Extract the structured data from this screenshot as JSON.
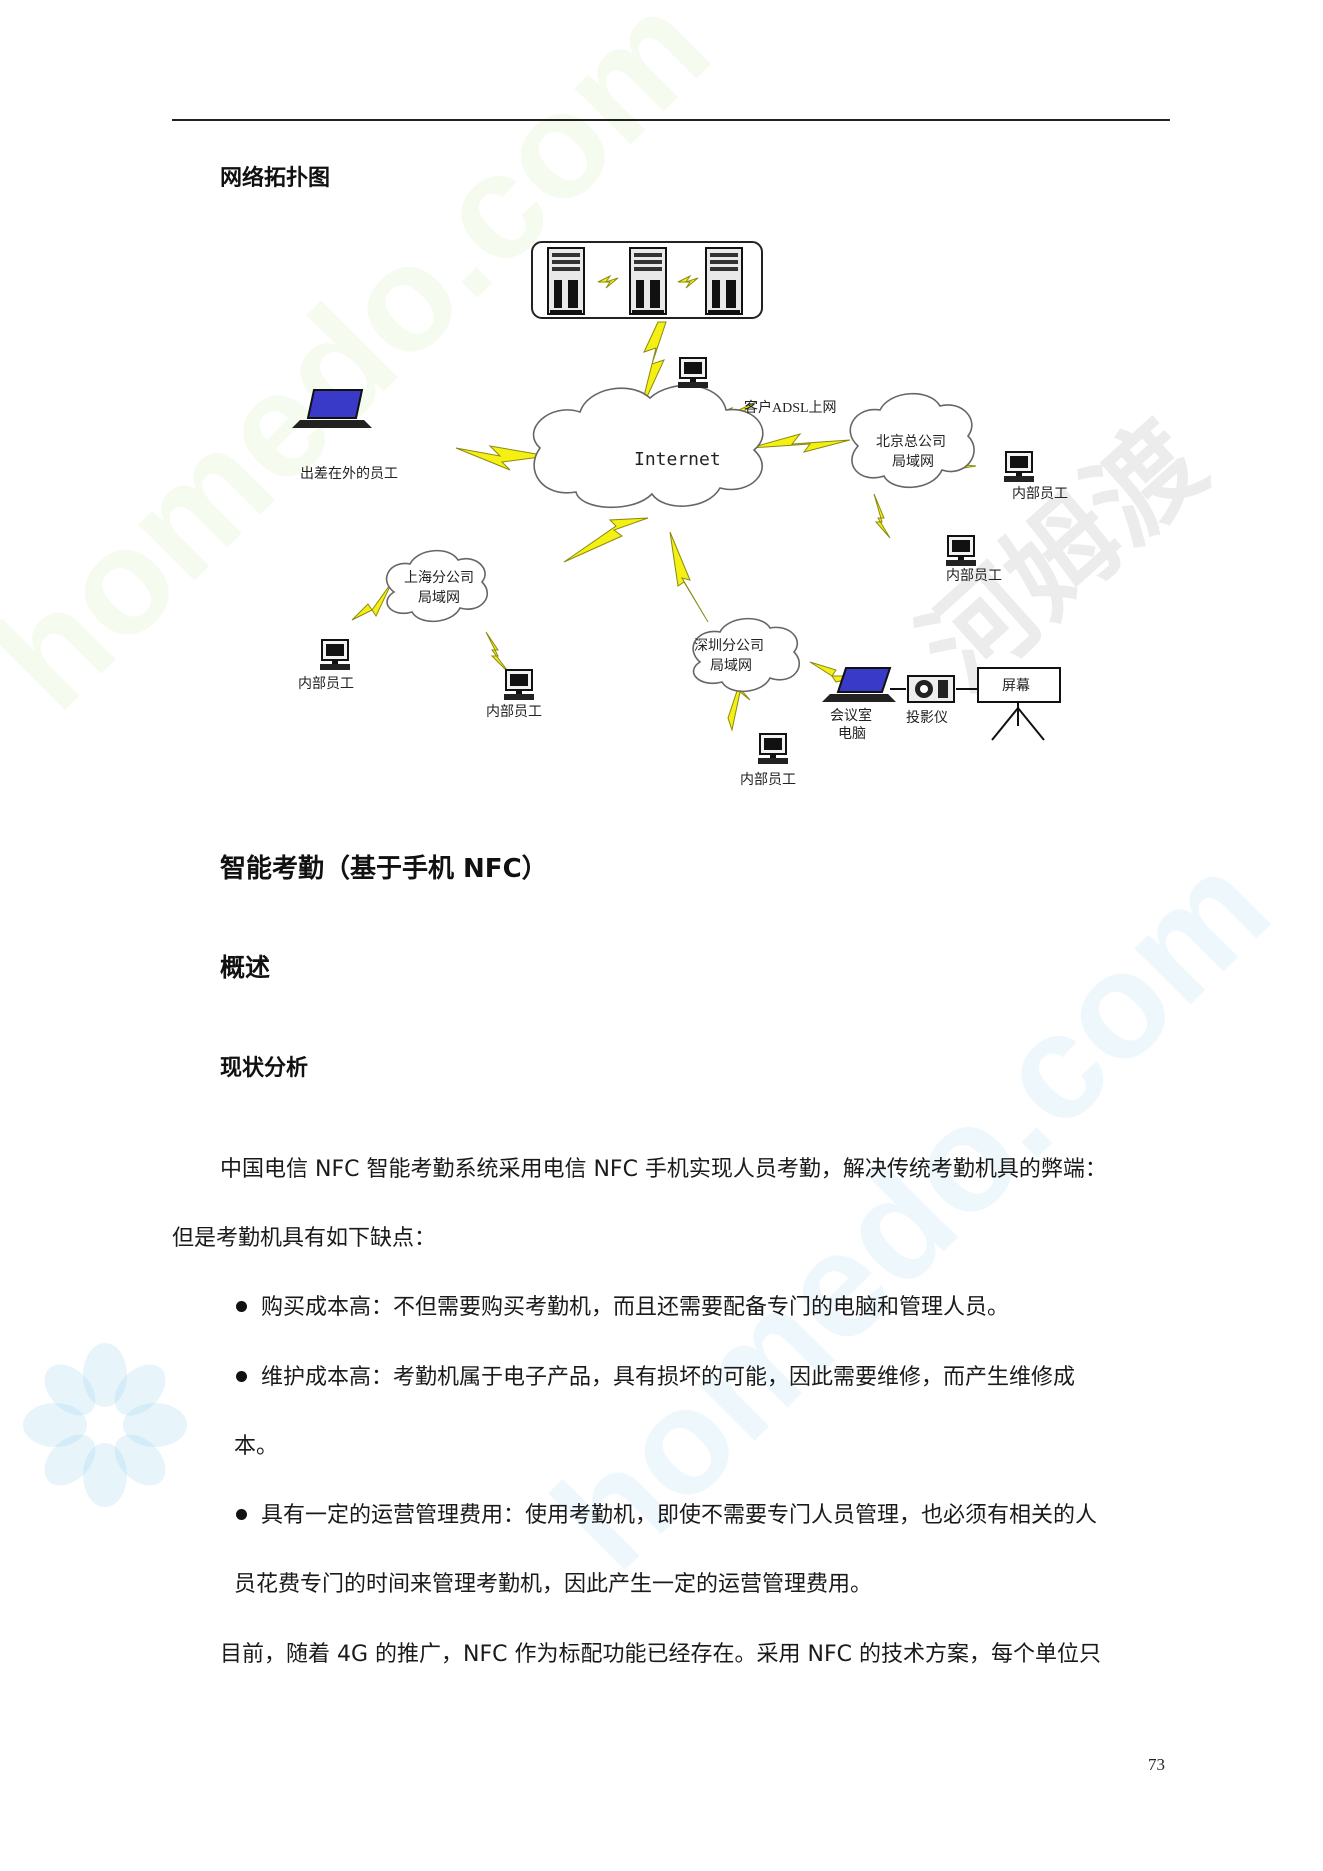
{
  "header_rule": true,
  "headings": {
    "topology": "网络拓扑图",
    "nfc": "智能考勤（基于手机 NFC）",
    "overview": "概述",
    "status": "现状分析"
  },
  "diagram": {
    "internet": "Internet",
    "adsl_client": "客户ADSL上网",
    "travel_staff": "出差在外的员工",
    "beijing_lan_line1": "北京总公司",
    "beijing_lan_line2": "局域网",
    "shanghai_lan_line1": "上海分公司",
    "shanghai_lan_line2": "局域网",
    "shenzhen_lan_line1": "深圳分公司",
    "shenzhen_lan_line2": "局域网",
    "internal_staff": "内部员工",
    "meeting_pc_line1": "会议室",
    "meeting_pc_line2": "电脑",
    "projector": "投影仪",
    "screen": "屏幕"
  },
  "paragraphs": {
    "intro_line1": "中国电信 NFC 智能考勤系统采用电信 NFC 手机实现人员考勤，解决传统考勤机具的弊端：",
    "intro_line2": "但是考勤机具有如下缺点：",
    "bullet1": "购买成本高：不但需要购买考勤机，而且还需要配备专门的电脑和管理人员。",
    "bullet2_line1": "维护成本高：考勤机属于电子产品，具有损坏的可能，因此需要维修，而产生维修成",
    "bullet2_line2": "本。",
    "bullet3_line1": "具有一定的运营管理费用：使用考勤机，即使不需要专门人员管理，也必须有相关的人",
    "bullet3_line2": "员花费专门的时间来管理考勤机，因此产生一定的运营管理费用。",
    "closing": "目前，随着 4G 的推广，NFC 作为标配功能已经存在。采用 NFC 的技术方案，每个单位只"
  },
  "page_number": "73",
  "watermarks": {
    "left": "homedo.com",
    "right": "homedo.com",
    "logo_text": "河姆渡"
  },
  "colors": {
    "lightning": "#f5f014",
    "lightning_stroke": "#8a8a10",
    "cloud_stroke": "#666666",
    "laptop_screen": "#3a3ac8"
  }
}
